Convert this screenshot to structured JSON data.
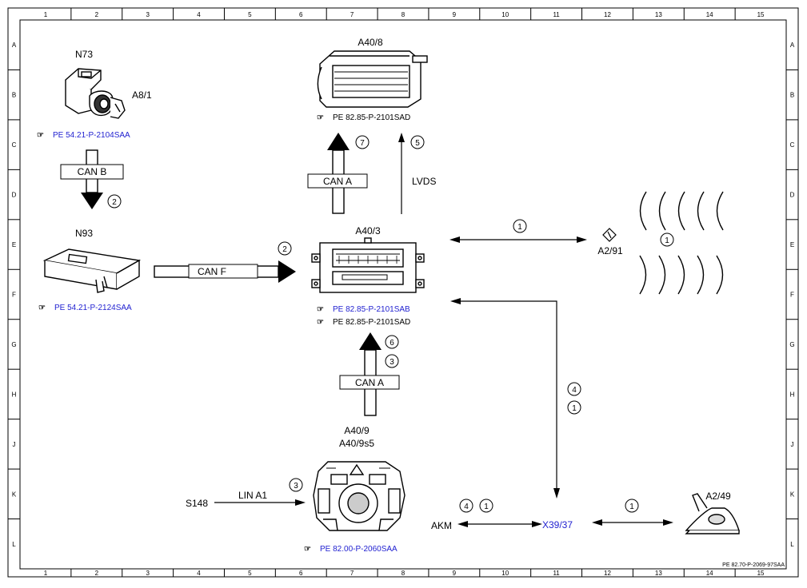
{
  "grid": {
    "cols": [
      "1",
      "2",
      "3",
      "4",
      "5",
      "6",
      "7",
      "8",
      "9",
      "10",
      "11",
      "12",
      "13",
      "14",
      "15"
    ],
    "rows": [
      "A",
      "B",
      "C",
      "D",
      "E",
      "F",
      "G",
      "H",
      "J",
      "K",
      "L"
    ]
  },
  "components": {
    "n73": "N73",
    "a8_1": "A8/1",
    "a40_8": "A40/8",
    "n93": "N93",
    "a40_3": "A40/3",
    "a2_91": "A2/91",
    "a40_9": "A40/9",
    "a40_9s5": "A40/9s5",
    "s148": "S148",
    "akm": "AKM",
    "x39_37": "X39/37",
    "a2_49": "A2/49"
  },
  "refs": {
    "n73_ref": "PE 54.21-P-2104SAA",
    "a40_8_ref": "PE 82.85-P-2101SAD",
    "n93_ref": "PE 54.21-P-2124SAA",
    "a40_3_ref1": "PE 82.85-P-2101SAB",
    "a40_3_ref2": "PE 82.85-P-2101SAD",
    "a40_9_ref": "PE 82.00-P-2060SAA"
  },
  "buses": {
    "can_b": "CAN B",
    "can_a_top": "CAN A",
    "lvds": "LVDS",
    "can_f": "CAN F",
    "can_a_bottom": "CAN A",
    "lin_a1": "LIN A1"
  },
  "markers": {
    "m_can_b": "2",
    "m_can_a_top": "7",
    "m_lvds": "5",
    "m_can_f": "2",
    "m_a2_91_link": "1",
    "m_waves": "1",
    "m_can_a_bottom_1": "6",
    "m_can_a_bottom_2": "3",
    "m_x39_vertical_1": "4",
    "m_x39_vertical_2": "1",
    "m_lin": "3",
    "m_akm_1": "4",
    "m_akm_2": "1",
    "m_a2_49_link": "1"
  },
  "footer": {
    "doc_id": "PE 82.70-P-2069-97SAA"
  },
  "colors": {
    "link_blue": "#1f1fd0",
    "line": "#000000"
  }
}
